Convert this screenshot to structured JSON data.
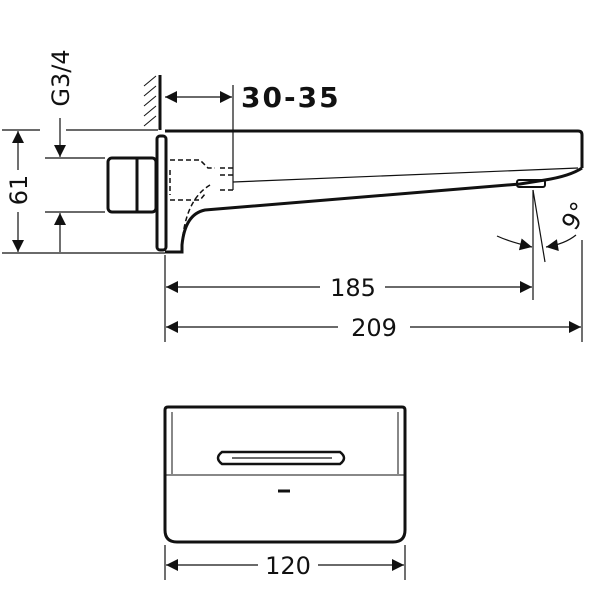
{
  "dimensions": {
    "thread": "G3/4",
    "wall_range": "30-35",
    "height": "61",
    "outlet_distance": "185",
    "total_length": "209",
    "angle": "9°",
    "width": "120"
  },
  "colors": {
    "line": "#111111",
    "background": "#ffffff"
  }
}
